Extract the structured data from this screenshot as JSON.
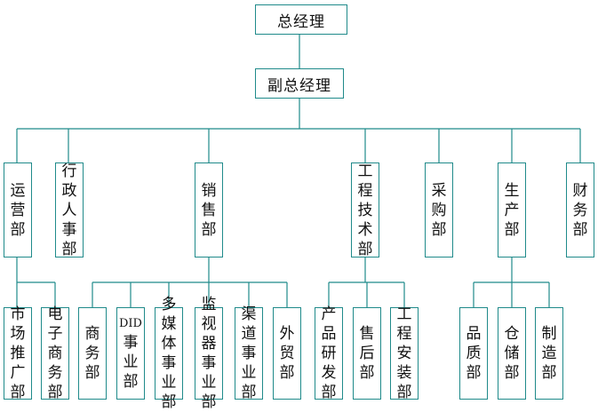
{
  "org_chart": {
    "top": "总经理",
    "second": "副总经理",
    "departments": [
      {
        "id": "ops",
        "label": "运营部",
        "children": [
          "市场推广部",
          "电子商务部"
        ]
      },
      {
        "id": "hr",
        "label": "行政人事部",
        "children": []
      },
      {
        "id": "sales",
        "label": "销售部",
        "children": [
          "商务部",
          "DID事业部",
          "多媒体事业部",
          "监视器事业部",
          "渠道事业部",
          "外贸部"
        ]
      },
      {
        "id": "eng",
        "label": "工程技术部",
        "children": [
          "产品研发部",
          "售后部",
          "工程安装部"
        ]
      },
      {
        "id": "purchasing",
        "label": "采购部",
        "children": []
      },
      {
        "id": "production",
        "label": "生产部",
        "children": [
          "品质部",
          "仓储部",
          "制造部"
        ]
      },
      {
        "id": "finance",
        "label": "财务部",
        "children": []
      }
    ]
  }
}
